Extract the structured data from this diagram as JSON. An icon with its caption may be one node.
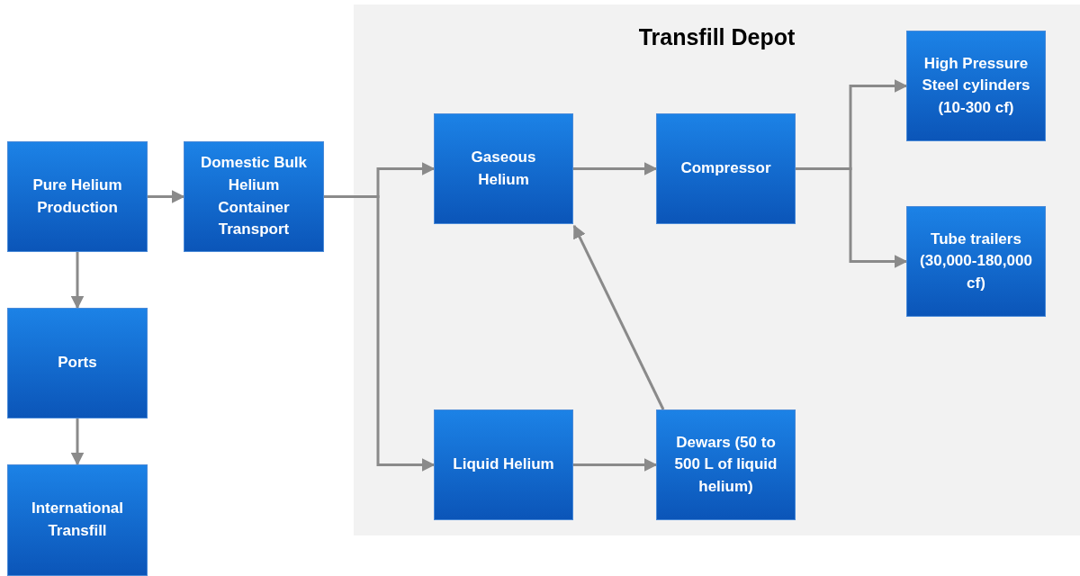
{
  "diagram": {
    "nodes": [
      {
        "text": [
          "Transfill Depot"
        ]
      },
      {
        "text": [
          "Pure Helium Production"
        ]
      },
      {
        "text": [
          "Domestic Bulk Helium Container Transport"
        ]
      },
      {
        "text": [
          "Ports"
        ]
      },
      {
        "text": [
          "International Transfill"
        ]
      },
      {
        "text": [
          "Gaseous Helium"
        ],
        "in": 0
      },
      {
        "text": [
          "Compressor"
        ],
        "in": 0
      },
      {
        "text": [
          "High Pressure Steel cylinders (10-300 cf)"
        ],
        "in": 0
      },
      {
        "text": [
          "Tube trailers (30,000-180,000 cf)"
        ],
        "in": 0
      },
      {
        "text": [
          "Liquid Helium"
        ],
        "in": 0
      },
      {
        "text": [
          "Dewars (50 to 500 L of liquid helium)"
        ],
        "in": 0
      }
    ],
    "edges": [
      {
        "from": 1,
        "to": 2,
        "arrow": "to"
      },
      {
        "from": 1,
        "to": 3,
        "arrow": "to"
      },
      {
        "from": 3,
        "to": 4,
        "arrow": "to"
      },
      {
        "from": 2,
        "to": 5,
        "arrow": "to"
      },
      {
        "from": 2,
        "to": 9,
        "arrow": "to"
      },
      {
        "from": 5,
        "to": 6,
        "arrow": "to"
      },
      {
        "from": 6,
        "to": 7,
        "arrow": "to"
      },
      {
        "from": 6,
        "to": 8,
        "arrow": "to"
      },
      {
        "from": 9,
        "to": 10,
        "arrow": "to"
      },
      {
        "from": 10,
        "to": 5,
        "arrow": "to"
      }
    ]
  }
}
